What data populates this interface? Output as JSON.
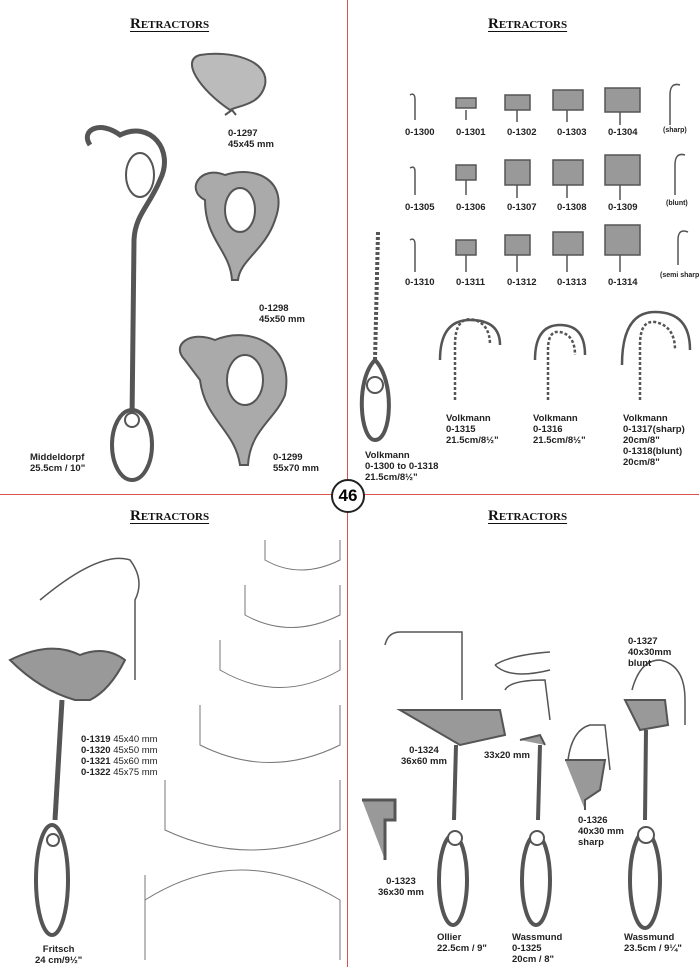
{
  "page_number": "46",
  "sections": {
    "top_left": {
      "title": "Retractors",
      "items": [
        {
          "code": "0-1297",
          "size": "45x45 mm"
        },
        {
          "code": "0-1298",
          "size": "45x50 mm"
        },
        {
          "code": "0-1299",
          "size": "55x70 mm"
        },
        {
          "name": "Middeldorpf",
          "size": "25.5cm / 10\""
        }
      ]
    },
    "top_right": {
      "title": "Retractors",
      "rows": [
        {
          "codes": [
            "0-1300",
            "0-1301",
            "0-1302",
            "0-1303",
            "0-1304"
          ],
          "type": "(sharp)"
        },
        {
          "codes": [
            "0-1305",
            "0-1306",
            "0-1307",
            "0-1308",
            "0-1309"
          ],
          "type": "(blunt)"
        },
        {
          "codes": [
            "0-1310",
            "0-1311",
            "0-1312",
            "0-1313",
            "0-1314"
          ],
          "type": "(semi sharp)"
        }
      ],
      "volkmann": [
        {
          "name": "Volkmann",
          "lines": [
            "0-1300 to 0-1318",
            "21.5cm/8½\""
          ]
        },
        {
          "name": "Volkmann",
          "lines": [
            "0-1315",
            "21.5cm/8½\""
          ]
        },
        {
          "name": "Volkmann",
          "lines": [
            "0-1316",
            "21.5cm/8½\""
          ]
        },
        {
          "name": "Volkmann",
          "lines": [
            "0-1317(sharp)",
            "20cm/8\"",
            "0-1318(blunt)",
            "20cm/8\""
          ]
        }
      ]
    },
    "bottom_left": {
      "title": "Retractors",
      "sizes": [
        {
          "code": "0-1319",
          "size": "45x40 mm"
        },
        {
          "code": "0-1320",
          "size": "45x50 mm"
        },
        {
          "code": "0-1321",
          "size": "45x60 mm"
        },
        {
          "code": "0-1322",
          "size": "45x75 mm"
        }
      ],
      "name": "Fritsch",
      "length": "24 cm/9½\""
    },
    "bottom_right": {
      "title": "Retractors",
      "items": [
        {
          "lines": [
            "0-1327",
            "40x30mm",
            "blunt"
          ]
        },
        {
          "lines": [
            "0-1324",
            "36x60 mm"
          ]
        },
        {
          "lines": [
            "33x20 mm"
          ]
        },
        {
          "lines": [
            "0-1326",
            "40x30 mm",
            "sharp"
          ]
        },
        {
          "lines": [
            "0-1323",
            "36x30 mm"
          ]
        },
        {
          "lines": [
            "Ollier",
            "22.5cm / 9\""
          ]
        },
        {
          "lines": [
            "Wassmund",
            "0-1325",
            "20cm / 8\""
          ]
        },
        {
          "lines": [
            "Wassmund",
            "23.5cm / 9¼\""
          ]
        }
      ]
    }
  }
}
